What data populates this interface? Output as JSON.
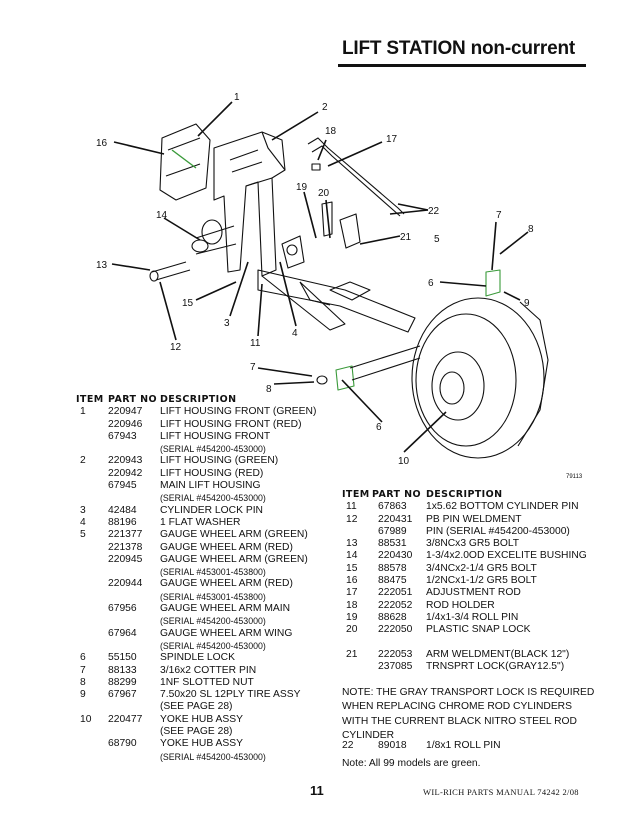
{
  "title": "LIFT STATION  non-current",
  "figure_id": "79113",
  "callouts": [
    "1",
    "2",
    "18",
    "17",
    "16",
    "19",
    "20",
    "22",
    "7",
    "8",
    "14",
    "21",
    "5",
    "13",
    "6",
    "9",
    "15",
    "3",
    "4",
    "11",
    "12",
    "7",
    "8",
    "6",
    "10"
  ],
  "header": {
    "item": "ITEM",
    "part_no": "PART NO",
    "description": "DESCRIPTION"
  },
  "left_rows": [
    {
      "item": "1",
      "part": "220947",
      "desc": "LIFT HOUSING FRONT (GREEN)"
    },
    {
      "item": "",
      "part": "220946",
      "desc": "LIFT HOUSING FRONT (RED)"
    },
    {
      "item": "",
      "part": "67943",
      "desc": "LIFT HOUSING FRONT"
    },
    {
      "item": "",
      "part": "",
      "desc": "(SERIAL  #454200-453000)",
      "serial": true
    },
    {
      "item": "2",
      "part": "220943",
      "desc": "LIFT HOUSING (GREEN)"
    },
    {
      "item": "",
      "part": "220942",
      "desc": "LIFT HOUSING (RED)"
    },
    {
      "item": "",
      "part": "67945",
      "desc": "MAIN LIFT HOUSING"
    },
    {
      "item": "",
      "part": "",
      "desc": "(SERIAL  #454200-453000)",
      "serial": true
    },
    {
      "item": "3",
      "part": "42484",
      "desc": "CYLINDER LOCK PIN"
    },
    {
      "item": "4",
      "part": "88196",
      "desc": "1 FLAT WASHER"
    },
    {
      "item": "5",
      "part": "221377",
      "desc": "GAUGE WHEEL ARM (GREEN)"
    },
    {
      "item": "",
      "part": "221378",
      "desc": "GAUGE WHEEL ARM (RED)"
    },
    {
      "item": "",
      "part": "220945",
      "desc": "GAUGE WHEEL ARM (GREEN)"
    },
    {
      "item": "",
      "part": "",
      "desc": "(SERIAL  #453001-453800)",
      "serial": true
    },
    {
      "item": "",
      "part": "220944",
      "desc": "GAUGE WHEEL ARM (RED)"
    },
    {
      "item": "",
      "part": "",
      "desc": "(SERIAL  #453001-453800)",
      "serial": true
    },
    {
      "item": "",
      "part": "67956",
      "desc": "GAUGE WHEEL ARM MAIN"
    },
    {
      "item": "",
      "part": "",
      "desc": "(SERIAL  #454200-453000)",
      "serial": true
    },
    {
      "item": "",
      "part": "67964",
      "desc": "GAUGE WHEEL ARM WING"
    },
    {
      "item": "",
      "part": "",
      "desc": "(SERIAL  #454200-453000)",
      "serial": true
    },
    {
      "item": "6",
      "part": "55150",
      "desc": "SPINDLE LOCK"
    },
    {
      "item": "7",
      "part": "88133",
      "desc": "3/16x2 COTTER PIN"
    },
    {
      "item": "8",
      "part": "88299",
      "desc": "1NF SLOTTED NUT"
    },
    {
      "item": "9",
      "part": "67967",
      "desc": "7.50x20 SL 12PLY TIRE ASSY"
    },
    {
      "item": "",
      "part": "",
      "desc": "(SEE PAGE  28)"
    },
    {
      "item": "10",
      "part": "220477",
      "desc": "YOKE HUB ASSY"
    },
    {
      "item": "",
      "part": "",
      "desc": "(SEE PAGE  28)"
    },
    {
      "item": "",
      "part": "68790",
      "desc": "YOKE HUB ASSY"
    },
    {
      "item": "",
      "part": "",
      "desc": "(SERIAL  #454200-453000)",
      "serial": true
    }
  ],
  "right_rows": [
    {
      "item": "11",
      "part": "67863",
      "desc": "1x5.62 BOTTOM CYLINDER PIN"
    },
    {
      "item": "12",
      "part": "220431",
      "desc": "PB PIN WELDMENT"
    },
    {
      "item": "",
      "part": "67989",
      "desc": "PIN  (SERIAL  #454200-453000)"
    },
    {
      "item": "13",
      "part": "88531",
      "desc": "3/8NCx3 GR5 BOLT"
    },
    {
      "item": "14",
      "part": "220430",
      "desc": "1-3/4x2.0OD EXCELITE BUSHING"
    },
    {
      "item": "15",
      "part": "88578",
      "desc": "3/4NCx2-1/4 GR5 BOLT"
    },
    {
      "item": "16",
      "part": "88475",
      "desc": "1/2NCx1-1/2 GR5 BOLT"
    },
    {
      "item": "17",
      "part": "222051",
      "desc": "ADJUSTMENT ROD"
    },
    {
      "item": "18",
      "part": "222052",
      "desc": "ROD HOLDER"
    },
    {
      "item": "19",
      "part": "88628",
      "desc": "1/4x1-3/4 ROLL PIN"
    },
    {
      "item": "20",
      "part": "222050",
      "desc": "PLASTIC SNAP LOCK"
    },
    {
      "item": "",
      "part": "",
      "desc": ""
    },
    {
      "item": "21",
      "part": "222053",
      "desc": "ARM WELDMENT(BLACK 12\")"
    },
    {
      "item": "",
      "part": "237085",
      "desc": "TRNSPRT LOCK(GRAY12.5\")"
    }
  ],
  "note": "NOTE: THE GRAY TRANSPORT LOCK IS REQUIRED WHEN REPLACING CHROME ROD CYLINDERS WITH THE CURRENT BLACK NITRO STEEL ROD CYLINDER",
  "row22": {
    "item": "22",
    "part": "89018",
    "desc": "1/8x1 ROLL PIN"
  },
  "all_green_note": "Note: All 99 models are green.",
  "page_number": "11",
  "footer": "WIL-RICH PARTS MANUAL  74242  2/08"
}
